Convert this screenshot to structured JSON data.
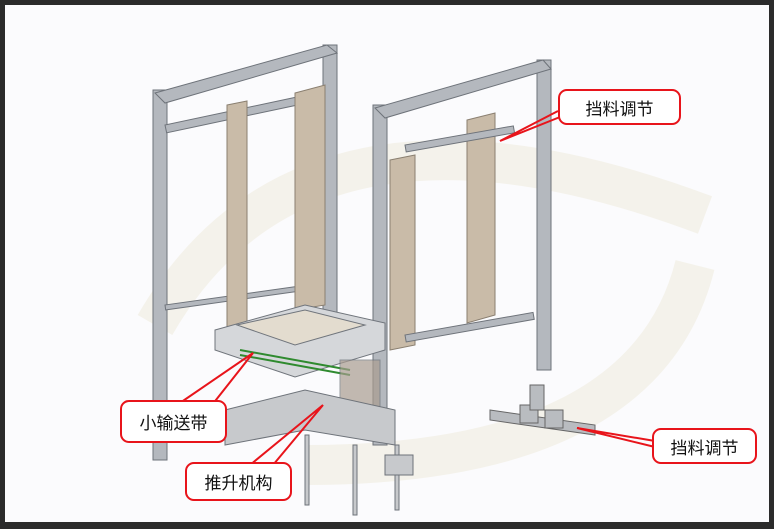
{
  "callouts": {
    "top_right": "挡料调节",
    "bottom_right": "挡料调节",
    "conveyor": "小输送带",
    "lift": "推升机构"
  },
  "colors": {
    "callout_border": "#e8141b",
    "frame": "#a9adb3",
    "plate": "#c2b5a2"
  }
}
